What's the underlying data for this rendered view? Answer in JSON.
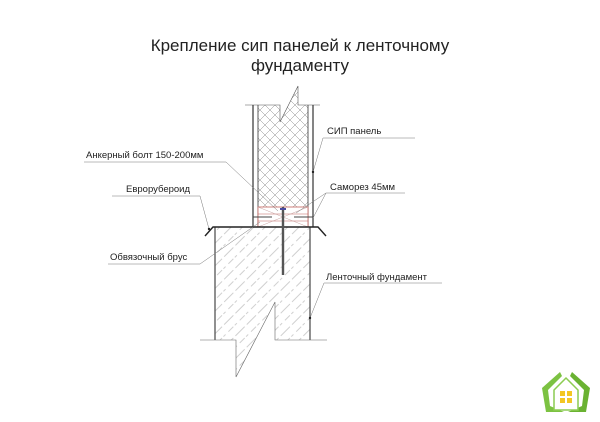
{
  "title": {
    "line1": "Крепление сип панелей к ленточному",
    "line2": "фундаменту"
  },
  "labels": {
    "anchor_bolt": "Анкерный болт 150-200мм",
    "sip_panel": "СИП панель",
    "eurorubberoid": "Еврорубероид",
    "self_tapping_screw": "Саморез 45мм",
    "binding_beam": "Обвязочный брус",
    "strip_foundation": "Ленточный фундамент"
  },
  "colors": {
    "line": "#333333",
    "hatch": "#9a9a9a",
    "beam_red": "#c0605a",
    "logo_green": "#7cc242",
    "logo_yellow": "#f3c623"
  },
  "logo": {
    "icon": "house-in-hands-icon"
  }
}
